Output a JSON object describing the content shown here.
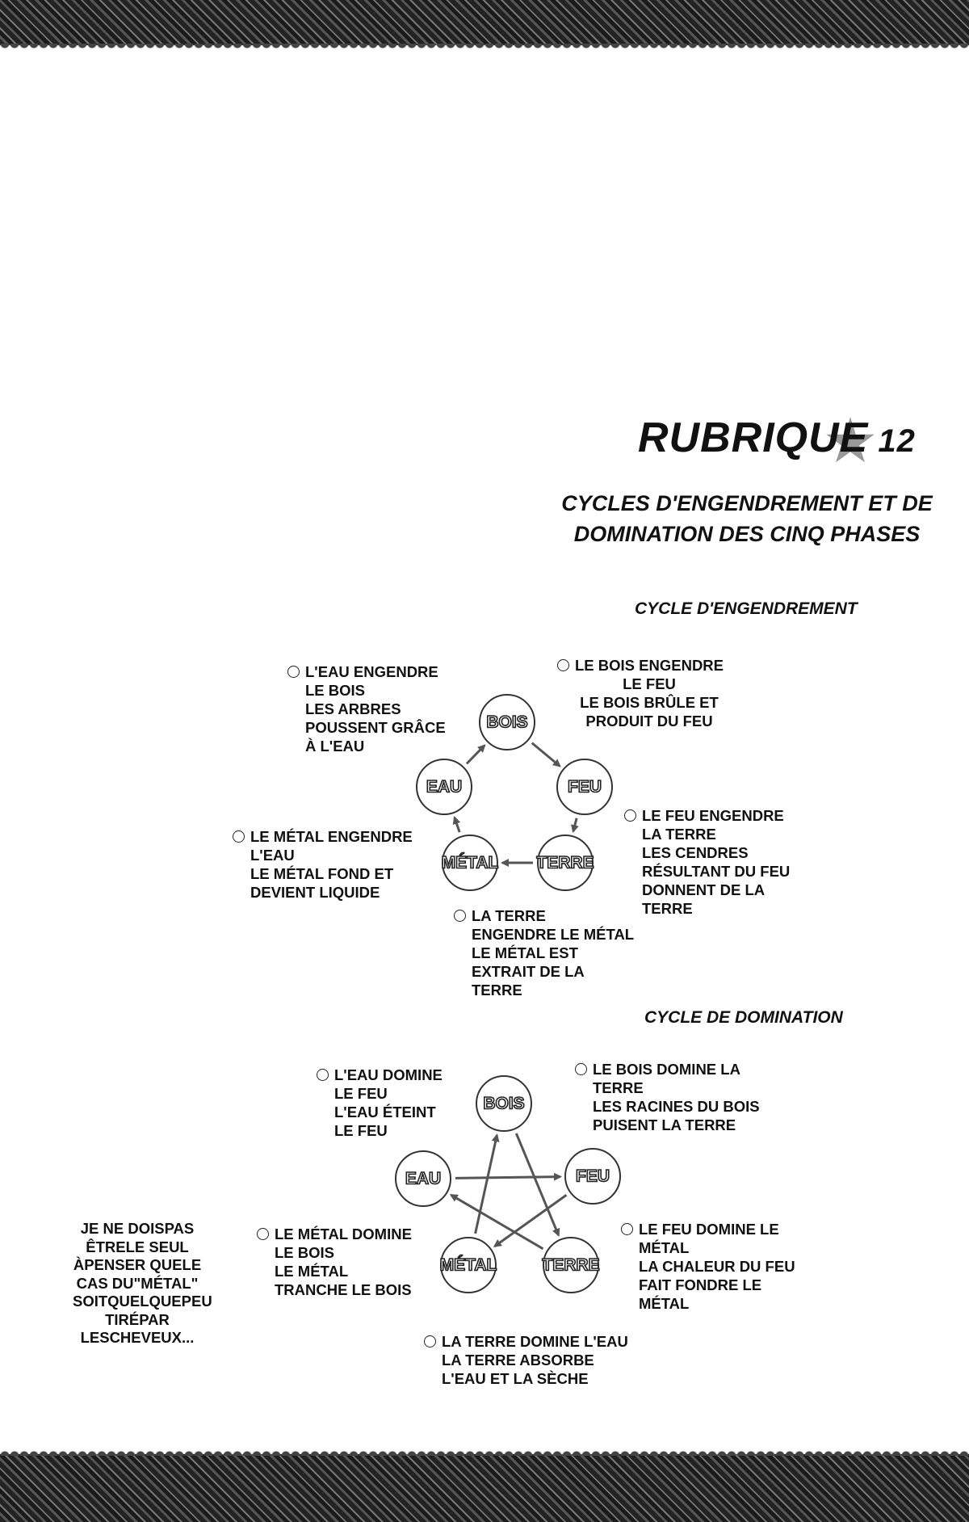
{
  "title": {
    "word": "RUBRIQUE",
    "number": "12"
  },
  "subtitle": [
    "CYCLES D'ENGENDREMENT ET DE",
    "DOMINATION DES CINQ PHASES"
  ],
  "elements": {
    "bois": "BOIS",
    "feu": "FEU",
    "terre": "TERRE",
    "metal": "MÉTAL",
    "eau": "EAU"
  },
  "generation": {
    "heading": "CYCLE D'ENGENDREMENT",
    "notes": {
      "eau": [
        "L'EAU ENGENDRE",
        "LE BOIS",
        "LES ARBRES",
        "POUSSENT GRÂCE",
        "À L'EAU"
      ],
      "bois": [
        "LE BOIS ENGENDRE",
        "LE FEU",
        "LE BOIS BRÛLE ET",
        "PRODUIT DU FEU"
      ],
      "feu": [
        "LE FEU ENGENDRE",
        "LA TERRE",
        "LES CENDRES",
        "RÉSULTANT DU FEU",
        "DONNENT DE LA",
        "TERRE"
      ],
      "metal": [
        "LE MÉTAL ENGENDRE",
        "L'EAU",
        "LE MÉTAL FOND ET",
        "DEVIENT LIQUIDE"
      ],
      "terre": [
        "LA TERRE",
        "ENGENDRE LE MÉTAL",
        "LE MÉTAL EST",
        "EXTRAIT DE LA",
        "TERRE"
      ]
    }
  },
  "domination": {
    "heading": "CYCLE DE DOMINATION",
    "notes": {
      "eau": [
        "L'EAU DOMINE",
        "LE FEU",
        "L'EAU ÉTEINT",
        "LE FEU"
      ],
      "bois": [
        "LE BOIS DOMINE LA",
        "TERRE",
        "LES RACINES DU BOIS",
        "PUISENT LA TERRE"
      ],
      "feu": [
        "LE FEU DOMINE LE",
        "MÉTAL",
        "LA CHALEUR DU FEU",
        "FAIT FONDRE LE",
        "MÉTAL"
      ],
      "metal": [
        "LE MÉTAL DOMINE",
        "LE BOIS",
        "LE MÉTAL",
        "TRANCHE LE BOIS"
      ],
      "terre": [
        "LA TERRE DOMINE L'EAU",
        "LA TERRE ABSORBE",
        "L'EAU ET LA SÈCHE"
      ]
    }
  },
  "aside": [
    "JE NE DOIS",
    "PAS ÊTRE",
    "LE SEUL À",
    "PENSER QUE",
    "LE CAS DU",
    "\"MÉTAL\" SOIT",
    "QUELQUE",
    "PEU TIRÉ",
    "PAR LES",
    "CHEVEUX..."
  ]
}
